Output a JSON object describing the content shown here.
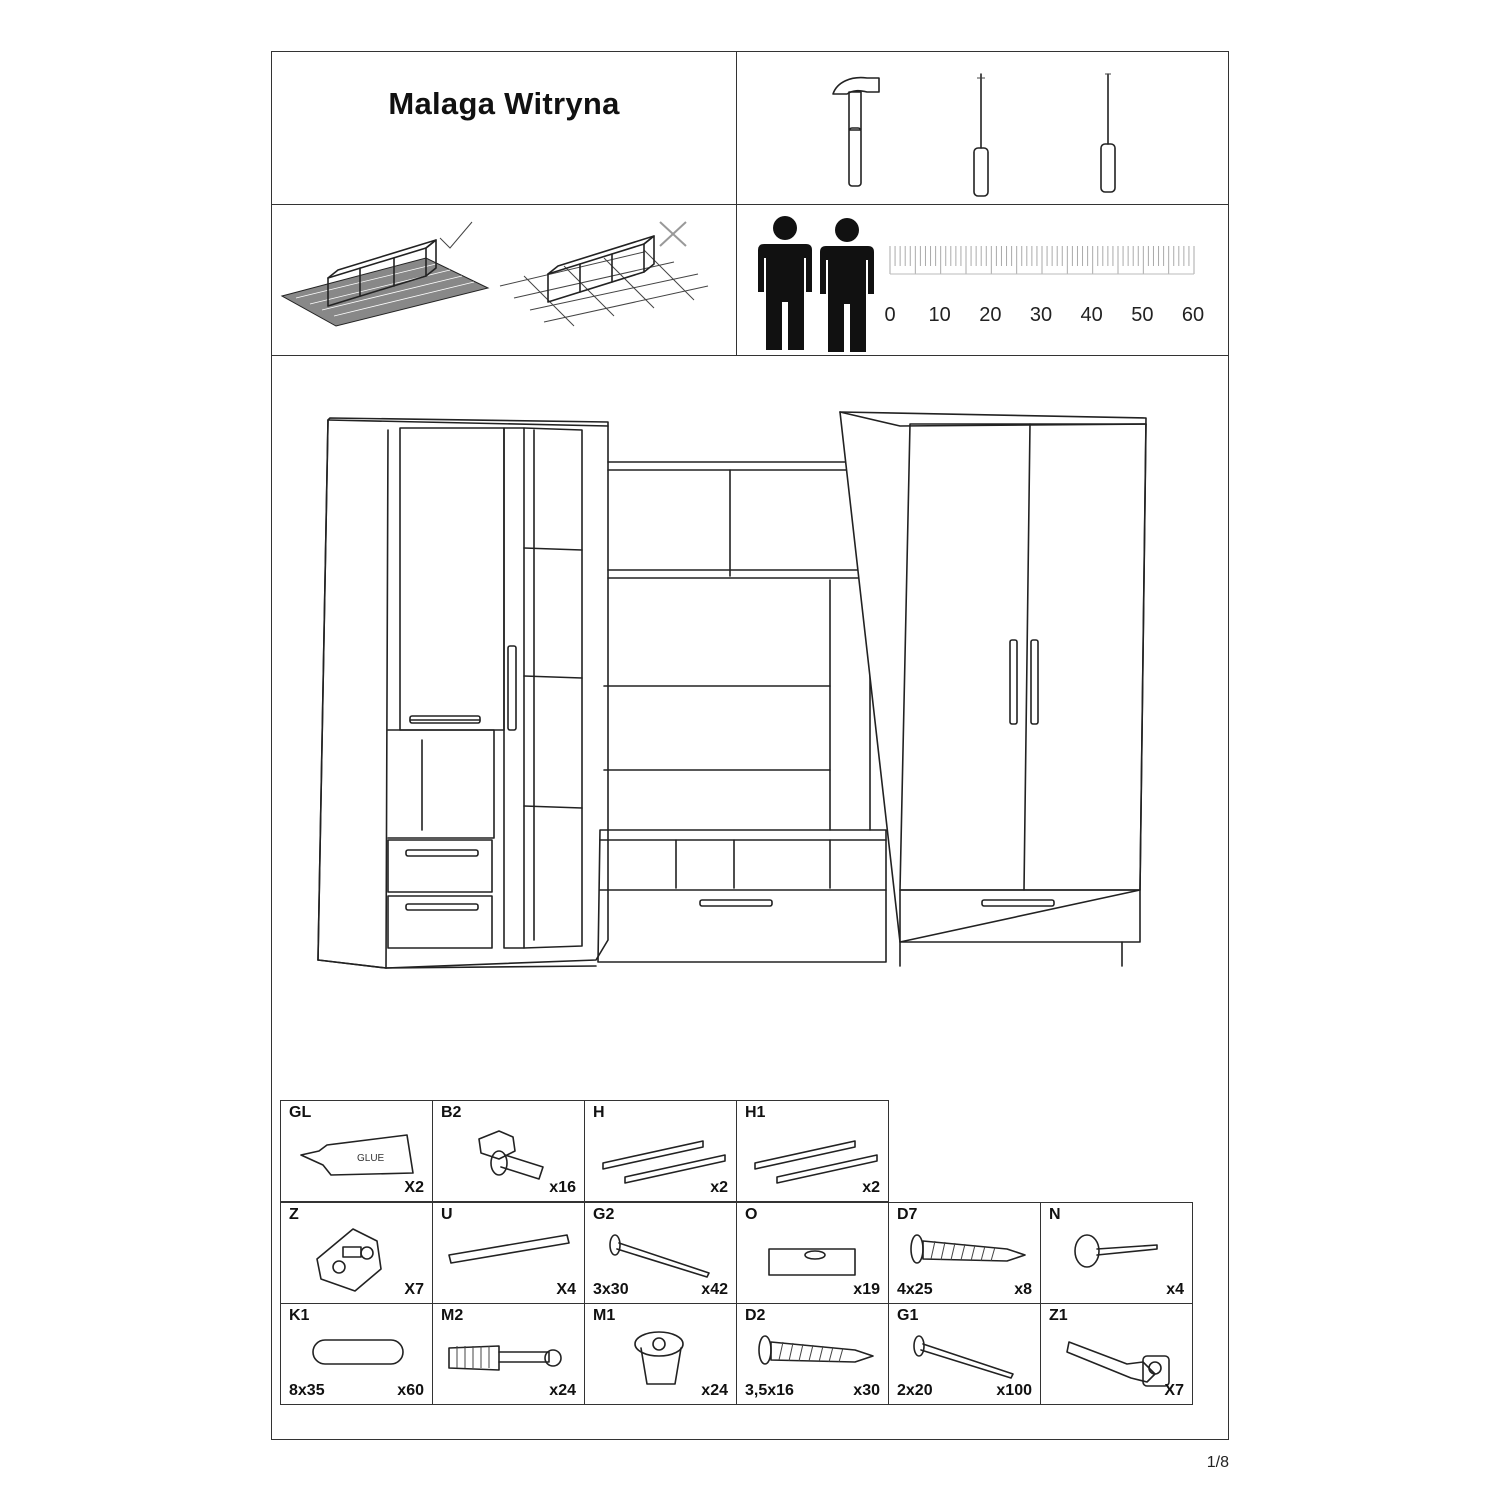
{
  "title": "Malaga Witryna",
  "ruler": {
    "labels": [
      "0",
      "10",
      "20",
      "30",
      "40",
      "50",
      "60"
    ]
  },
  "icons": {
    "tools": [
      "hammer-icon",
      "phillips-screwdriver-icon",
      "flat-screwdriver-icon"
    ],
    "surface_ok": "check-icon",
    "surface_bad": "cross-icon",
    "people": "two-persons-icon"
  },
  "hardware": [
    {
      "code": "GL",
      "size": "",
      "qty": "X2",
      "icon": "glue-tube-icon",
      "label": "GLUE"
    },
    {
      "code": "B2",
      "size": "",
      "qty": "x16",
      "icon": "dowel-connector-icon"
    },
    {
      "code": "H",
      "size": "",
      "qty": "x2",
      "icon": "drawer-rail-icon"
    },
    {
      "code": "H1",
      "size": "",
      "qty": "x2",
      "icon": "drawer-rail-icon"
    },
    {
      "code": "Z",
      "size": "",
      "qty": "X7",
      "icon": "hinge-plate-icon"
    },
    {
      "code": "U",
      "size": "",
      "qty": "X4",
      "icon": "strip-icon"
    },
    {
      "code": "G2",
      "size": "3x30",
      "qty": "x42",
      "icon": "nail-icon"
    },
    {
      "code": "O",
      "size": "",
      "qty": "x19",
      "icon": "shelf-support-icon"
    },
    {
      "code": "D7",
      "size": "4x25",
      "qty": "x8",
      "icon": "screw-icon"
    },
    {
      "code": "N",
      "size": "",
      "qty": "x4",
      "icon": "glide-nail-icon"
    },
    {
      "code": "K1",
      "size": "8x35",
      "qty": "x60",
      "icon": "wooden-dowel-icon"
    },
    {
      "code": "M2",
      "size": "",
      "qty": "x24",
      "icon": "cam-bolt-icon"
    },
    {
      "code": "M1",
      "size": "",
      "qty": "x24",
      "icon": "cam-lock-icon"
    },
    {
      "code": "D2",
      "size": "3,5x16",
      "qty": "x30",
      "icon": "screw-icon"
    },
    {
      "code": "G1",
      "size": "2x20",
      "qty": "x100",
      "icon": "nail-icon"
    },
    {
      "code": "Z1",
      "size": "",
      "qty": "X7",
      "icon": "hinge-icon"
    }
  ],
  "page": "1/8"
}
